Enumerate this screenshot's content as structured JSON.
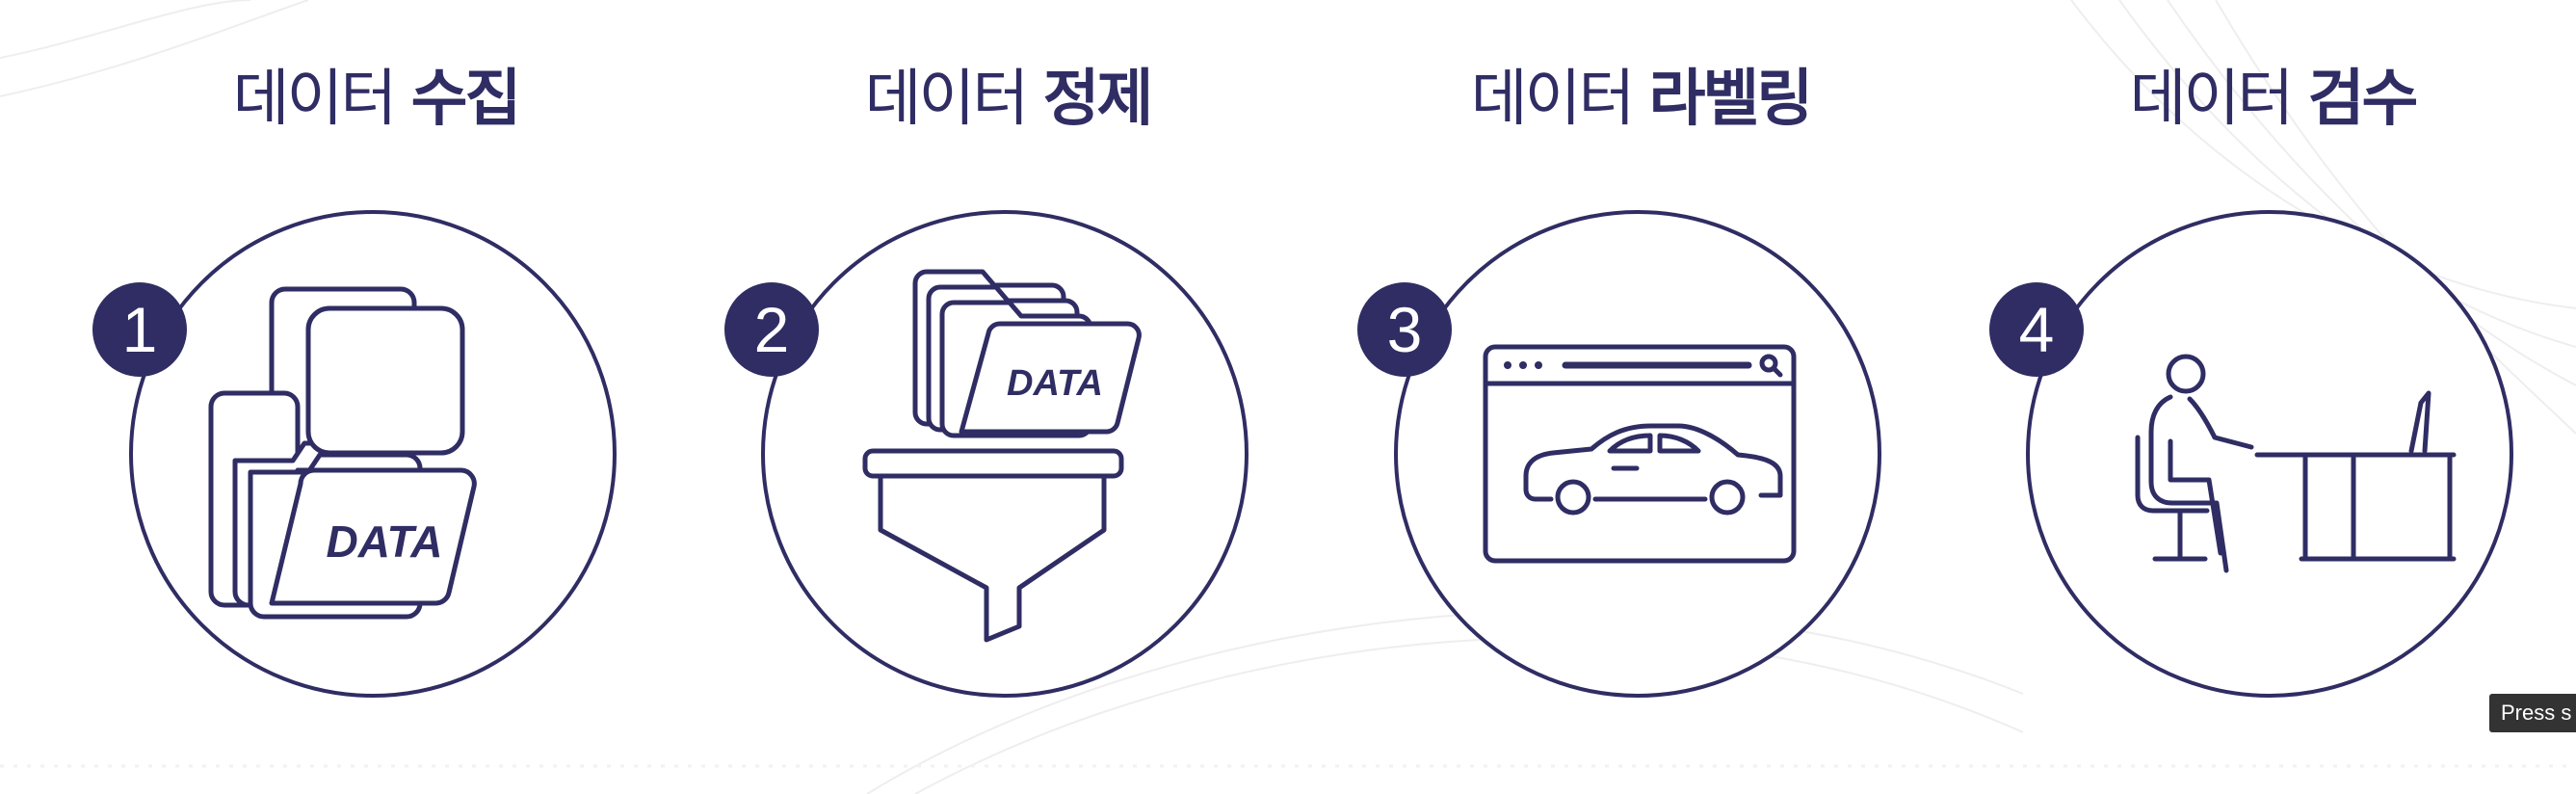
{
  "steps": [
    {
      "number": "1",
      "title_light": "데이터 ",
      "title_bold": "수집",
      "icon": "data-folders-icon",
      "icon_text": "DATA"
    },
    {
      "number": "2",
      "title_light": "데이터 ",
      "title_bold": "정제",
      "icon": "data-funnel-icon",
      "icon_text": "DATA"
    },
    {
      "number": "3",
      "title_light": "데이터 ",
      "title_bold": "라벨링",
      "icon": "browser-car-icon"
    },
    {
      "number": "4",
      "title_light": "데이터 ",
      "title_bold": "검수",
      "icon": "person-at-desk-icon"
    }
  ],
  "tooltip": {
    "text": "Press s"
  },
  "colors": {
    "accent": "#2f2d63",
    "background": "#ffffff"
  }
}
